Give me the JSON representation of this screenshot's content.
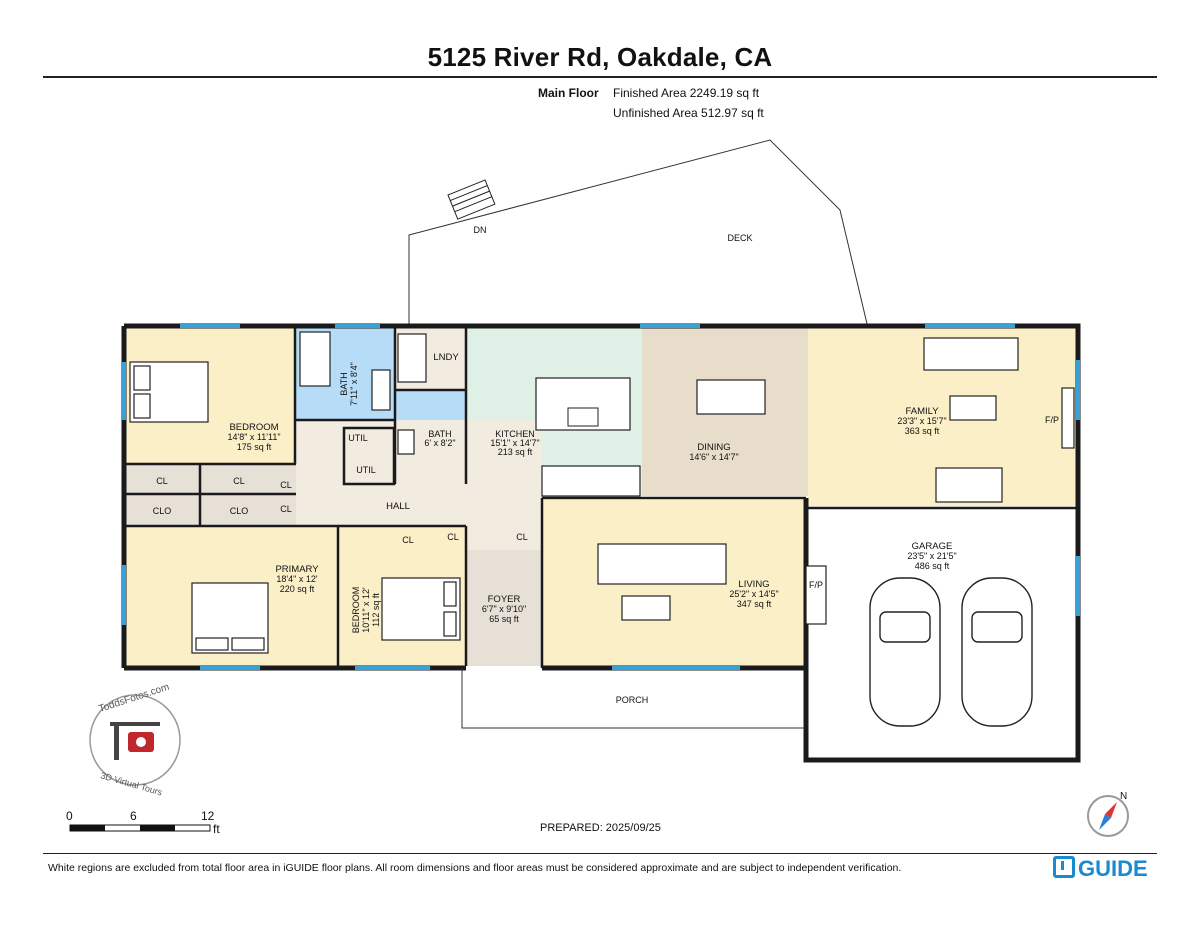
{
  "header": {
    "address": "5125 River Rd, Oakdale, CA",
    "floor_label": "Main Floor",
    "finished_area": "Finished Area 2249.19 sq ft",
    "unfinished_area": "Unfinished Area 512.97 sq ft"
  },
  "rooms": {
    "bedroom1": {
      "name": "BEDROOM",
      "dims": "14'8\" x 11'11\"",
      "area": "175 sq ft"
    },
    "bath1": {
      "name": "BATH",
      "dims": "7'11\" x 8'4\""
    },
    "lndy": {
      "name": "LNDY"
    },
    "bath2": {
      "name": "BATH",
      "dims": "6' x 8'2\""
    },
    "kitchen": {
      "name": "KITCHEN",
      "dims": "15'1\" x 14'7\"",
      "area": "213 sq ft"
    },
    "dining": {
      "name": "DINING",
      "dims": "14'6\" x 14'7\""
    },
    "family": {
      "name": "FAMILY",
      "dims": "23'3\" x 15'7\"",
      "area": "363 sq ft"
    },
    "util1": {
      "name": "UTIL"
    },
    "util2": {
      "name": "UTIL"
    },
    "hall": {
      "name": "HALL"
    },
    "primary": {
      "name": "PRIMARY",
      "dims": "18'4\" x 12'",
      "area": "220 sq ft"
    },
    "bedroom2": {
      "name": "BEDROOM",
      "dims": "10'11\" x 12'",
      "area": "112 sq ft"
    },
    "foyer": {
      "name": "FOYER",
      "dims": "6'7\" x 9'10\"",
      "area": "65 sq ft"
    },
    "living": {
      "name": "LIVING",
      "dims": "25'2\" x 14'5\"",
      "area": "347 sq ft"
    },
    "garage": {
      "name": "GARAGE",
      "dims": "23'5\" x 21'5\"",
      "area": "486 sq ft"
    },
    "deck": {
      "name": "DECK"
    },
    "porch": {
      "name": "PORCH"
    },
    "stairs_dn": "DN",
    "cl": "CL",
    "clo": "CLO",
    "fp": "F/P"
  },
  "scale": {
    "t0": "0",
    "t6": "6",
    "t12": "12",
    "unit": "ft"
  },
  "compass": "N",
  "logo": {
    "arc_top": "ToddsFotos.com",
    "arc_bottom": "3D Virtual Tours"
  },
  "prepared": "PREPARED: 2025/09/25",
  "disclaimer": "White regions are excluded from total floor area in iGUIDE floor plans. All room dimensions and floor areas must be considered approximate and are subject to independent verification.",
  "brand": "iGUIDE",
  "colors": {
    "bedroom": "#fbefc8",
    "bath": "#b7dcf7",
    "kitchen": "#dff0e6",
    "dining": "#e8dccb",
    "hall": "#f2ebe0",
    "closet": "#e6e0d6",
    "wall": "#1a1a1a",
    "window": "#3aa0d8",
    "brand": "#1a8ad2"
  }
}
